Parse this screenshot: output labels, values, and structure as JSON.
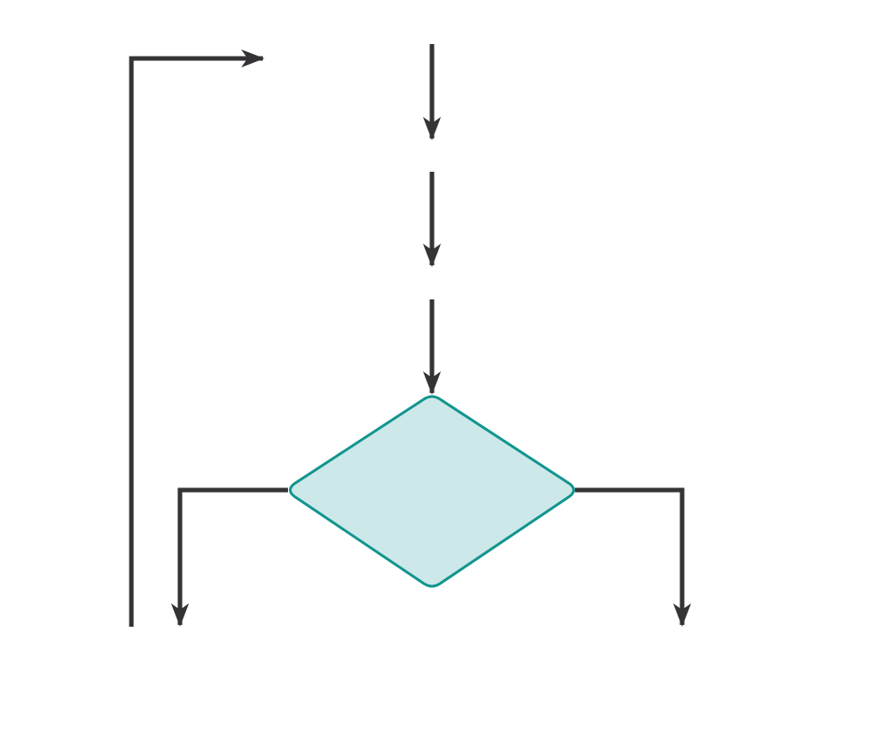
{
  "diagram": {
    "type": "flowchart",
    "colors": {
      "background": "#ffffff",
      "connector": "#353335",
      "decision_fill": "#cde8e8",
      "decision_stroke": "#11958f"
    },
    "nodes": [
      {
        "id": "decision",
        "shape": "diamond",
        "label": ""
      }
    ],
    "connectors": [
      {
        "id": "loop-back",
        "from": "bottom-left",
        "to": "top",
        "arrowhead": true
      },
      {
        "id": "flow-1",
        "from": "top",
        "to": "step-1",
        "arrowhead": true
      },
      {
        "id": "flow-2",
        "from": "step-1",
        "to": "step-2",
        "arrowhead": true
      },
      {
        "id": "flow-3",
        "from": "step-2",
        "to": "decision",
        "arrowhead": true
      },
      {
        "id": "decision-left",
        "from": "decision",
        "to": "left-branch",
        "arrowhead": true
      },
      {
        "id": "decision-right",
        "from": "decision",
        "to": "right-branch",
        "arrowhead": true
      }
    ]
  }
}
